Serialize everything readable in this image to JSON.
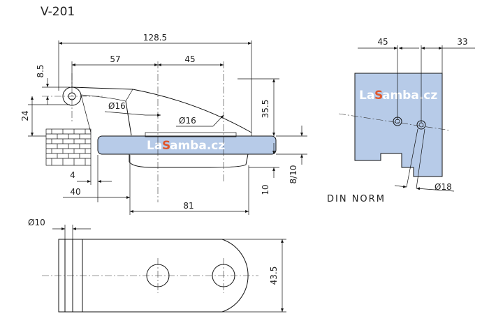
{
  "title": "V-201",
  "standard_label": "DIN NORM",
  "brand": {
    "prefix": "La",
    "accent": "S",
    "suffix": "amba.cz",
    "color_accent": "#e0562b",
    "color_glass": "#b7cbe8"
  },
  "dimensions": {
    "d128_5": "128.5",
    "d57": "57",
    "d45_top": "45",
    "d8_5": "8.5",
    "d24": "24",
    "d35_5": "35.5",
    "phi16_a": "Ø16",
    "phi16_b": "Ø16",
    "d4": "4",
    "d40": "40",
    "d81": "81",
    "d10": "10",
    "d8_10": "8/10",
    "phi10": "Ø10",
    "d43_5": "43.5",
    "din_45": "45",
    "din_33": "33",
    "din_phi18": "Ø18"
  }
}
